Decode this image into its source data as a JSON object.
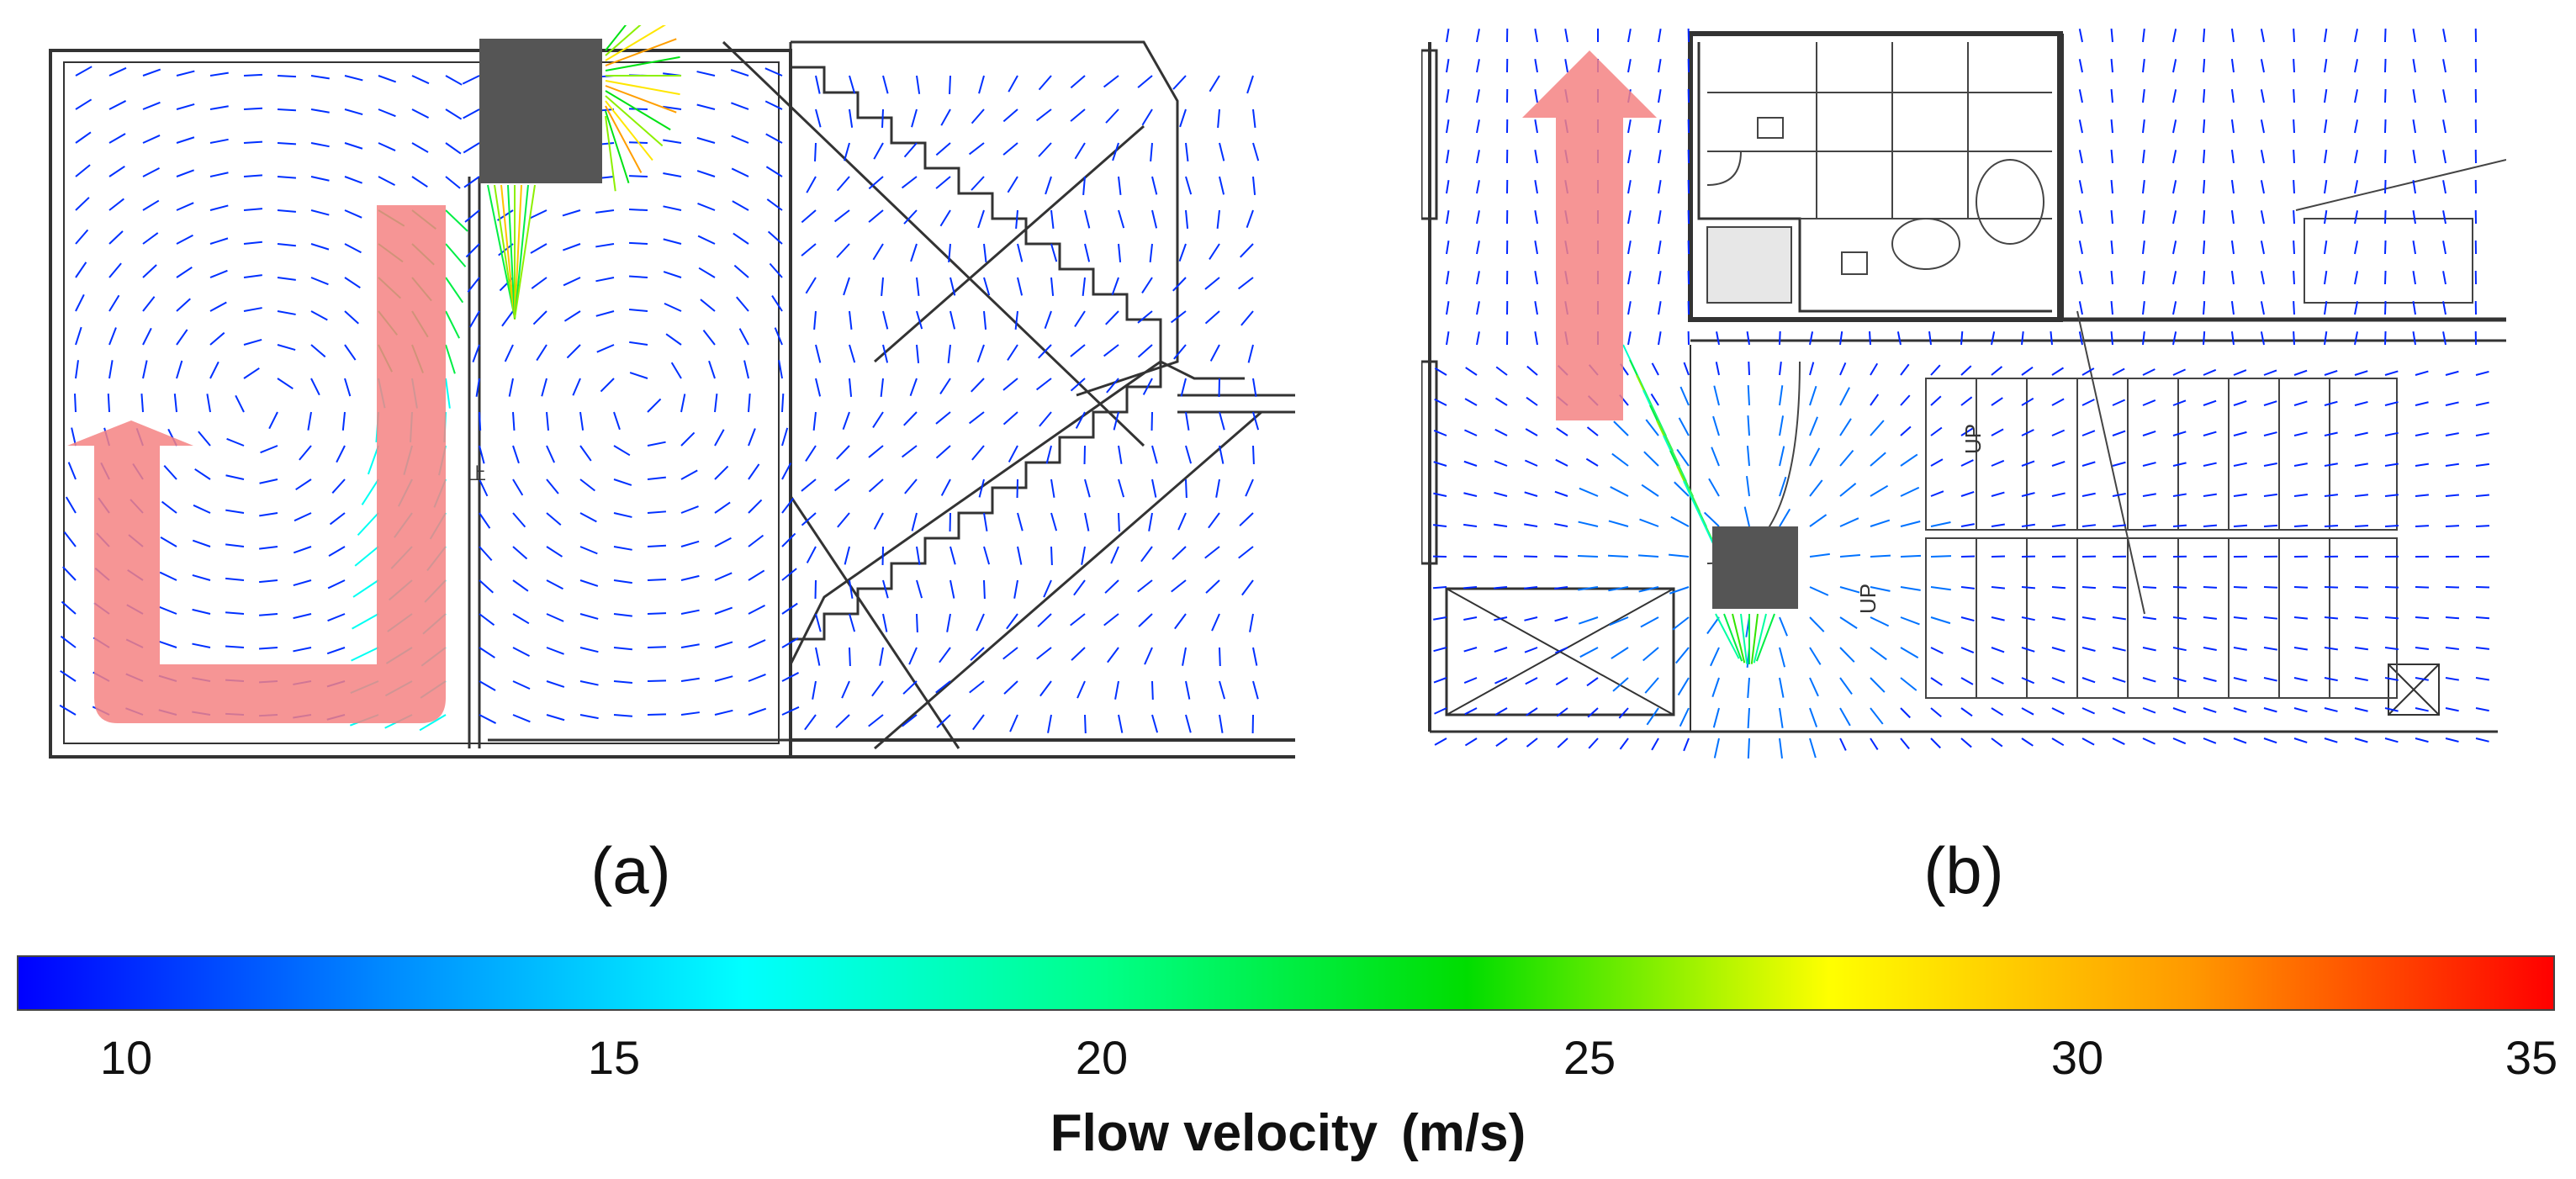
{
  "panels": [
    {
      "label": "(a)"
    },
    {
      "label": "(b)"
    }
  ],
  "colorbar": {
    "title": "Flow velocity",
    "unit": "(m/s)",
    "min": 10,
    "max": 35,
    "ticks": [
      {
        "value": 10,
        "label": "10"
      },
      {
        "value": 15,
        "label": "15"
      },
      {
        "value": 20,
        "label": "20"
      },
      {
        "value": 25,
        "label": "25"
      },
      {
        "value": 30,
        "label": "30"
      },
      {
        "value": 35,
        "label": "35"
      }
    ],
    "colors": [
      "#0000ff",
      "#0088ff",
      "#00ffff",
      "#00ff88",
      "#00dd00",
      "#ffff00",
      "#ff9900",
      "#ff0000"
    ]
  },
  "colors": {
    "vector_low": "#4a5bff",
    "vector_high": "#ff2a2a",
    "flow_arrow": "#f48282",
    "obstacle": "#555555",
    "wall": "#333333"
  },
  "floorplan_text": {
    "up_a": "上",
    "up_b1": "UP",
    "up_b2": "UP"
  }
}
